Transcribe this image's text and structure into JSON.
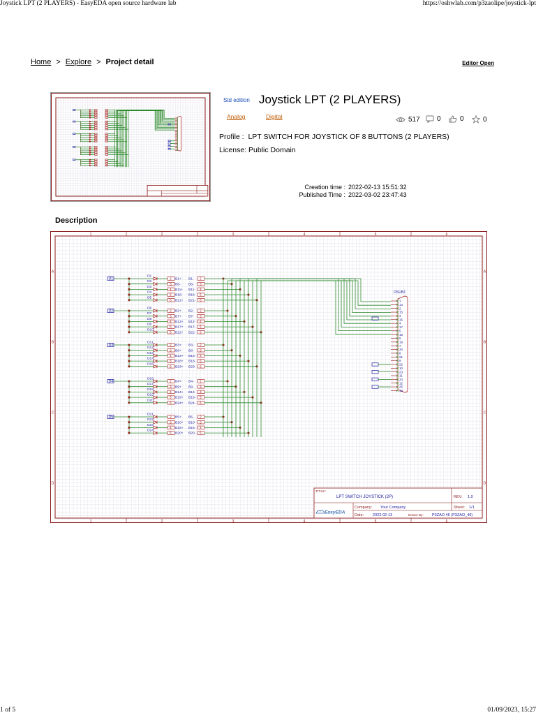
{
  "print": {
    "header_left": "Joystick LPT (2 PLAYERS) - EasyEDA open source hardware lab",
    "header_right": "https://oshwlab.com/p3zaolipe/joystick-lpt",
    "footer_left": "1 of 5",
    "footer_right": "01/09/2023, 15:27"
  },
  "breadcrumb": {
    "home": "Home",
    "explore": "Explore",
    "current": "Project detail",
    "sep": ">"
  },
  "editor_open": "Editor Open",
  "project": {
    "edition_tag": "Std edition",
    "title": "Joystick LPT (2 PLAYERS)",
    "tag_analog": "Analog",
    "tag_digital": "Digital",
    "views": "517",
    "comments": "0",
    "likes": "0",
    "stars": "0",
    "profile_label": "Profile :",
    "profile_value": "LPT SWITCH FOR JOYSTICK OF 8 BUTTONS (2 PLAYERS)",
    "license_label": "License:",
    "license_value": "Public Domain",
    "creation_label": "Creation time :",
    "creation_value": "2022-02-13 15:51:32",
    "published_label": "Published Time :",
    "published_value": "2022-03-02 23:47:43"
  },
  "description_heading": "Description",
  "schematic": {
    "col_numbers": [
      "1",
      "2",
      "3",
      "4",
      "5",
      "6"
    ],
    "row_letters": [
      "A",
      "B",
      "C",
      "D"
    ],
    "connector_name": "DSUB1",
    "connector_pins": [
      "1",
      "14",
      "2",
      "15",
      "3",
      "16",
      "4",
      "17",
      "5",
      "18",
      "6",
      "19",
      "7",
      "20",
      "8",
      "21",
      "9",
      "22",
      "10",
      "23",
      "11",
      "24",
      "12",
      "25",
      "13"
    ],
    "groups": [
      {
        "input": "D1",
        "diodes": [
          "D1",
          "D2",
          "D3",
          "D4",
          "D5"
        ],
        "nums": [
          "2",
          "3",
          "4",
          "5",
          "6"
        ],
        "nets": [
          "B1+",
          "B6-",
          "B11+",
          "B16-",
          "B21+"
        ],
        "outs": [
          "B1-",
          "B6-",
          "B11-",
          "B16-",
          "B21-"
        ]
      },
      {
        "input": "D2",
        "diodes": [
          "D6",
          "D7",
          "D8",
          "D9",
          "D10"
        ],
        "nums": [
          "2",
          "3",
          "4",
          "5",
          "6"
        ],
        "nets": [
          "B2+",
          "B7+",
          "B12+",
          "B17+",
          "B22+"
        ],
        "outs": [
          "B2-",
          "B7-",
          "B12-",
          "B17-",
          "B22-"
        ]
      },
      {
        "input": "D3",
        "diodes": [
          "D11",
          "D12",
          "D13",
          "D14",
          "D15"
        ],
        "nums": [
          "2",
          "3",
          "4",
          "5",
          "6"
        ],
        "nets": [
          "B3+",
          "B8+",
          "B13+",
          "B18+",
          "B23+"
        ],
        "outs": [
          "B3-",
          "B8-",
          "B13-",
          "B18-",
          "B23-"
        ]
      },
      {
        "input": "D4",
        "diodes": [
          "D16",
          "D17",
          "D18",
          "D19",
          "D20"
        ],
        "nums": [
          "2",
          "3",
          "4",
          "5",
          "6"
        ],
        "nets": [
          "B4+",
          "B9+",
          "B14+",
          "B19+",
          "B24+"
        ],
        "outs": [
          "B4-",
          "B9-",
          "B14-",
          "B19-",
          "B24-"
        ]
      },
      {
        "input": "D5",
        "diodes": [
          "D21",
          "D22",
          "D23",
          "D24"
        ],
        "nums": [
          "2",
          "3",
          "4",
          "5"
        ],
        "nets": [
          "B5+",
          "B10+",
          "B15+",
          "B20+"
        ],
        "outs": [
          "B5-",
          "B10-",
          "B15-",
          "B20-"
        ]
      }
    ],
    "title_block": {
      "title_label": "TITLE:",
      "title_value": "LPT SWITCH JOYSTICK (2P)",
      "rev_label": "REV:",
      "rev_value": "1.0",
      "company_label": "Company:",
      "company_value": "Your Company",
      "sheet_label": "Sheet:",
      "sheet_value": "1/1",
      "date_label": "Date:",
      "date_value": "2022-02-13",
      "drawn_label": "Drawn By:",
      "drawn_value": "P3ZAO 46 (P3ZAO_46)",
      "brand": "EasyEDA"
    }
  },
  "colors": {
    "frame": "#8b1a1a",
    "wire": "#2e8b2e",
    "part": "#a01010",
    "label": "#1a1aa0",
    "grid": "#e3e3ec",
    "link_orange": "#c05a00",
    "tag_blue": "#1a4db3"
  },
  "icons": [
    "eye-icon",
    "comment-icon",
    "thumbs-up-icon",
    "star-icon",
    "easyeda-logo-icon"
  ]
}
